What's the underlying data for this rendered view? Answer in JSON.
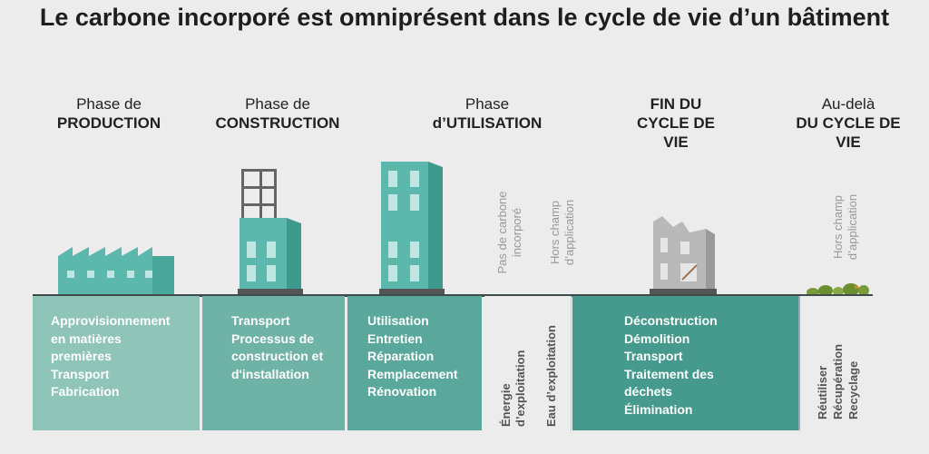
{
  "title": "Le carbone incorporé est omniprésent dans le cycle de vie d’un bâtiment",
  "phases": [
    {
      "line1": "Phase de",
      "line2": "PRODUCTION"
    },
    {
      "line1": "Phase de",
      "line2": "CONSTRUCTION"
    },
    {
      "line1": "Phase",
      "line2": "d’UTILISATION"
    },
    {
      "line1": "FIN DU",
      "line2": "CYCLE DE",
      "line3": "VIE"
    },
    {
      "line1": "Au-delà",
      "line2": "DU CYCLE DE",
      "line3": "VIE"
    }
  ],
  "upper_notes": {
    "no_carbon": [
      "Pas de carbone",
      "incorporé"
    ],
    "out_of_scope": [
      "Hors champ",
      "d’application"
    ],
    "beyond_out_of_scope": [
      "Hors champ",
      "d’application"
    ]
  },
  "boxes": {
    "production": [
      "Approvisionnement",
      "en matières",
      "premières",
      "Transport",
      "Fabrication"
    ],
    "construction": [
      "Transport",
      "Processus de",
      "construction et",
      "d'installation"
    ],
    "utilisation": [
      "Utilisation",
      "Entretien",
      "Réparation",
      "Remplacement",
      "Rénovation"
    ],
    "energy": [
      "Énergie",
      "d’exploitation"
    ],
    "water": [
      "Eau d’exploitation"
    ],
    "end_of_life": [
      "Déconstruction",
      "Démolition",
      "Transport",
      "Traitement des",
      "déchets",
      "Élimination"
    ],
    "beyond": [
      "Réutiliser",
      "Récupération",
      "Recyclage"
    ]
  },
  "colors": {
    "production": "#8fc4b9",
    "construction": "#6fb2a6",
    "utilisation": "#5aa89c",
    "end_of_life": "#45998d",
    "building": "#5cb8ad",
    "building_dark": "#3f9a8e",
    "ruin": "#b9b9b9"
  }
}
